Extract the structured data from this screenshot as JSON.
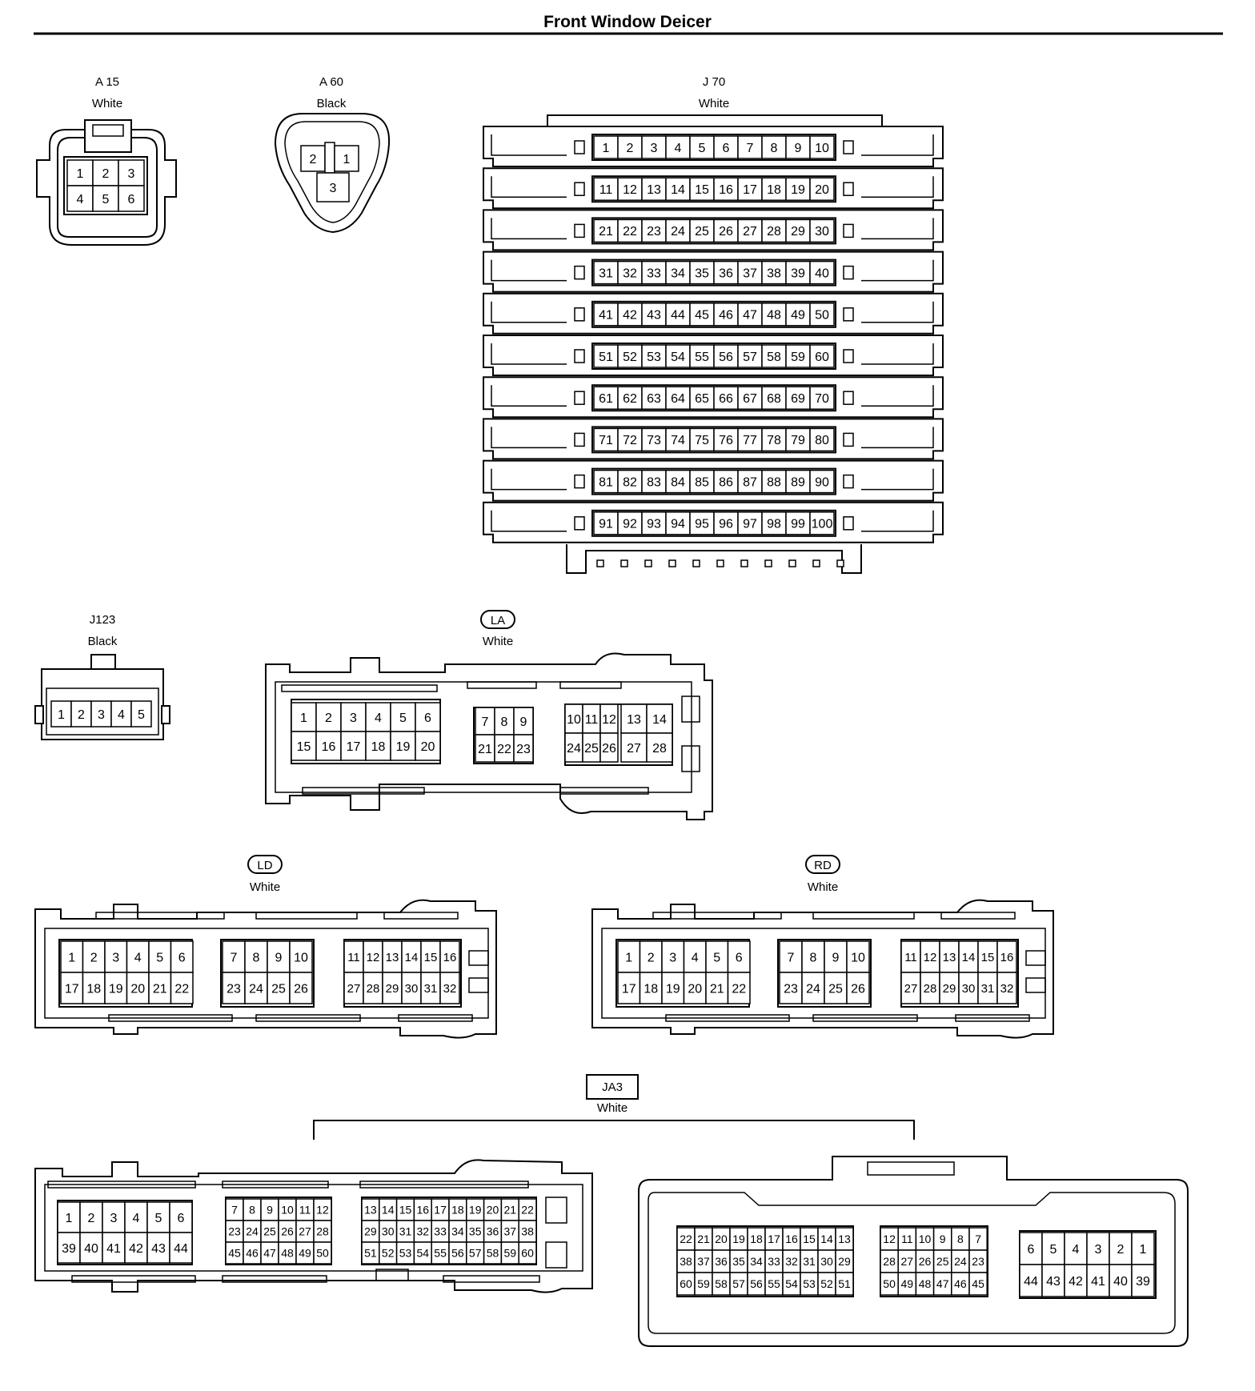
{
  "page": {
    "title": "Front Window Deicer"
  },
  "connectors": {
    "A15": {
      "code": "A 15",
      "color": "White",
      "pins": [
        "1",
        "2",
        "3",
        "4",
        "5",
        "6"
      ]
    },
    "A60": {
      "code": "A 60",
      "color": "Black",
      "pins": [
        "2",
        "1",
        "3"
      ]
    },
    "J70": {
      "code": "J 70",
      "color": "White",
      "rows": [
        [
          "1",
          "2",
          "3",
          "4",
          "5",
          "6",
          "7",
          "8",
          "9",
          "10"
        ],
        [
          "11",
          "12",
          "13",
          "14",
          "15",
          "16",
          "17",
          "18",
          "19",
          "20"
        ],
        [
          "21",
          "22",
          "23",
          "24",
          "25",
          "26",
          "27",
          "28",
          "29",
          "30"
        ],
        [
          "31",
          "32",
          "33",
          "34",
          "35",
          "36",
          "37",
          "38",
          "39",
          "40"
        ],
        [
          "41",
          "42",
          "43",
          "44",
          "45",
          "46",
          "47",
          "48",
          "49",
          "50"
        ],
        [
          "51",
          "52",
          "53",
          "54",
          "55",
          "56",
          "57",
          "58",
          "59",
          "60"
        ],
        [
          "61",
          "62",
          "63",
          "64",
          "65",
          "66",
          "67",
          "68",
          "69",
          "70"
        ],
        [
          "71",
          "72",
          "73",
          "74",
          "75",
          "76",
          "77",
          "78",
          "79",
          "80"
        ],
        [
          "81",
          "82",
          "83",
          "84",
          "85",
          "86",
          "87",
          "88",
          "89",
          "90"
        ],
        [
          "91",
          "92",
          "93",
          "94",
          "95",
          "96",
          "97",
          "98",
          "99",
          "100"
        ]
      ]
    },
    "J123": {
      "code": "J123",
      "color": "Black",
      "pins": [
        "1",
        "2",
        "3",
        "4",
        "5"
      ]
    },
    "LA": {
      "code": "LA",
      "color": "White",
      "groups": [
        [
          [
            "1",
            "2",
            "3",
            "4",
            "5",
            "6"
          ],
          [
            "15",
            "16",
            "17",
            "18",
            "19",
            "20"
          ]
        ],
        [
          [
            "7",
            "8",
            "9"
          ],
          [
            "21",
            "22",
            "23"
          ]
        ],
        [
          [
            "10",
            "11",
            "12"
          ],
          [
            "24",
            "25",
            "26"
          ]
        ],
        [
          [
            "13",
            "14"
          ],
          [
            "27",
            "28"
          ]
        ]
      ]
    },
    "LD": {
      "code": "LD",
      "color": "White",
      "groups": [
        [
          [
            "1",
            "2",
            "3",
            "4",
            "5",
            "6"
          ],
          [
            "17",
            "18",
            "19",
            "20",
            "21",
            "22"
          ]
        ],
        [
          [
            "7",
            "8",
            "9",
            "10"
          ],
          [
            "23",
            "24",
            "25",
            "26"
          ]
        ],
        [
          [
            "11",
            "12",
            "13",
            "14",
            "15",
            "16"
          ],
          [
            "27",
            "28",
            "29",
            "30",
            "31",
            "32"
          ]
        ]
      ]
    },
    "RD": {
      "code": "RD",
      "color": "White",
      "groups": [
        [
          [
            "1",
            "2",
            "3",
            "4",
            "5",
            "6"
          ],
          [
            "17",
            "18",
            "19",
            "20",
            "21",
            "22"
          ]
        ],
        [
          [
            "7",
            "8",
            "9",
            "10"
          ],
          [
            "23",
            "24",
            "25",
            "26"
          ]
        ],
        [
          [
            "11",
            "12",
            "13",
            "14",
            "15",
            "16"
          ],
          [
            "27",
            "28",
            "29",
            "30",
            "31",
            "32"
          ]
        ]
      ]
    },
    "JA3": {
      "code": "JA3",
      "color": "White",
      "left_groups": [
        [
          [
            "1",
            "2",
            "3",
            "4",
            "5",
            "6"
          ],
          [
            "39",
            "40",
            "41",
            "42",
            "43",
            "44"
          ]
        ],
        [
          [
            "7",
            "8",
            "9",
            "10",
            "11",
            "12"
          ],
          [
            "23",
            "24",
            "25",
            "26",
            "27",
            "28"
          ],
          [
            "45",
            "46",
            "47",
            "48",
            "49",
            "50"
          ]
        ],
        [
          [
            "13",
            "14",
            "15",
            "16",
            "17",
            "18",
            "19",
            "20",
            "21",
            "22"
          ],
          [
            "29",
            "30",
            "31",
            "32",
            "33",
            "34",
            "35",
            "36",
            "37",
            "38"
          ],
          [
            "51",
            "52",
            "53",
            "54",
            "55",
            "56",
            "57",
            "58",
            "59",
            "60"
          ]
        ]
      ],
      "right_groups": [
        [
          [
            "22",
            "21",
            "20",
            "19",
            "18",
            "17",
            "16",
            "15",
            "14",
            "13"
          ],
          [
            "38",
            "37",
            "36",
            "35",
            "34",
            "33",
            "32",
            "31",
            "30",
            "29"
          ],
          [
            "60",
            "59",
            "58",
            "57",
            "56",
            "55",
            "54",
            "53",
            "52",
            "51"
          ]
        ],
        [
          [
            "12",
            "11",
            "10",
            "9",
            "8",
            "7"
          ],
          [
            "28",
            "27",
            "26",
            "25",
            "24",
            "23"
          ],
          [
            "50",
            "49",
            "48",
            "47",
            "46",
            "45"
          ]
        ],
        [
          [
            "6",
            "5",
            "4",
            "3",
            "2",
            "1"
          ],
          [
            "44",
            "43",
            "42",
            "41",
            "40",
            "39"
          ]
        ]
      ]
    }
  }
}
